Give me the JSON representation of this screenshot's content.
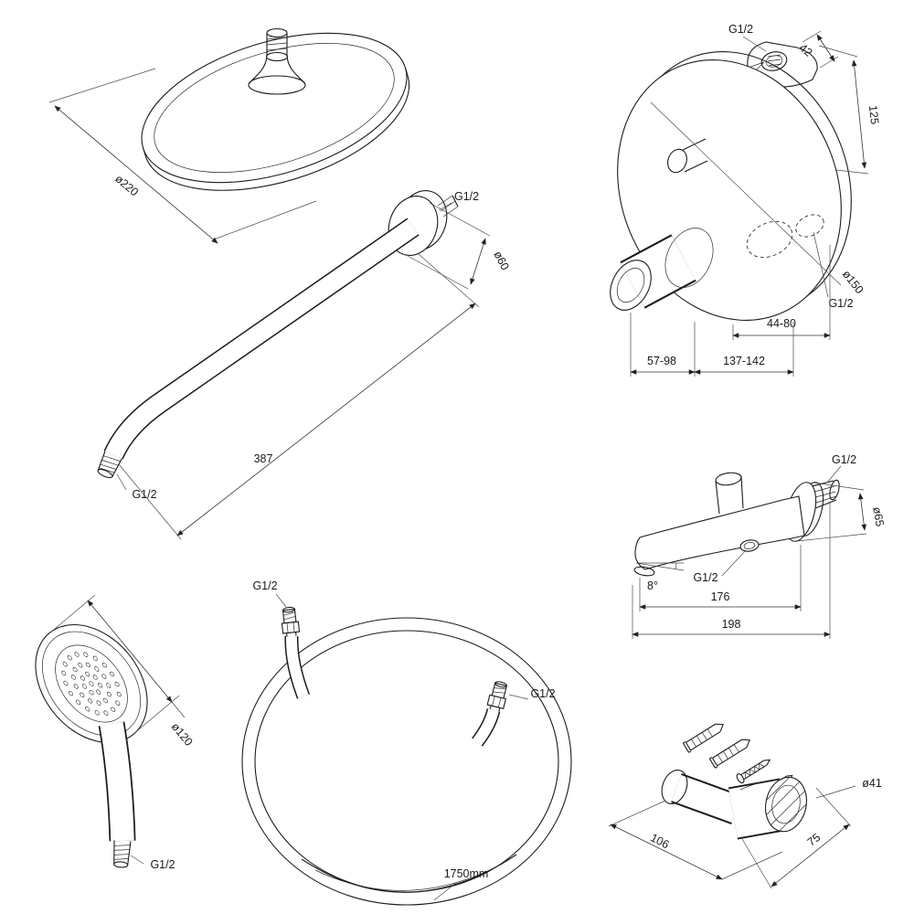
{
  "design": {
    "ink": "#1c1c1c",
    "background": "#ffffff"
  },
  "parts": {
    "overhead_shower": {
      "diameter": "ø220"
    },
    "shower_arm": {
      "wall_thread": "G1/2",
      "escutcheon_diameter": "ø60",
      "length": "387",
      "outlet_thread": "G1/2"
    },
    "concealed_mixer": {
      "top_thread": "G1/2",
      "bracket_offset": "42",
      "height": "125",
      "plate_diameter": "ø150",
      "side_thread": "G1/2",
      "depth_adjust": "44-80",
      "depth_min": "57-98",
      "depth_max": "137-142"
    },
    "bath_spout": {
      "wall_thread": "G1/2",
      "flange_diameter": "ø65",
      "angle": "8°",
      "hose_port_thread": "G1/2",
      "reach": "176",
      "total_length": "198"
    },
    "hand_shower": {
      "head_diameter": "ø120",
      "thread": "G1/2"
    },
    "hose": {
      "end_a_thread": "G1/2",
      "end_b_thread": "G1/2",
      "length": "1750mm"
    },
    "wall_bracket": {
      "holder_diameter": "ø41",
      "width": "106",
      "depth": "75"
    }
  }
}
